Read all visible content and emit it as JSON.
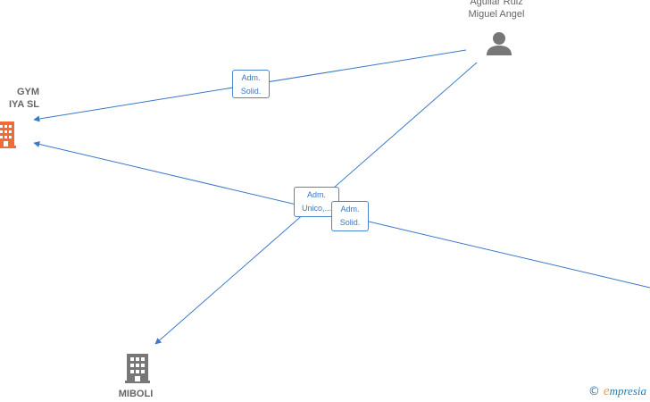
{
  "nodes": {
    "person": {
      "line1": "Aguilar Ruiz",
      "line2": "Miguel Angel",
      "icon": "person-icon",
      "color": "#777777"
    },
    "company_left": {
      "line1": "GYM",
      "line2": "IYA SL",
      "icon": "building-icon",
      "color": "#f26a35"
    },
    "company_bottom": {
      "line1": "MIBOLI",
      "icon": "building-icon",
      "color": "#777777"
    }
  },
  "edges": [
    {
      "line1": "Adm.",
      "line2": "Solid."
    },
    {
      "line1": "Adm.",
      "line2": "Unico,..."
    },
    {
      "line1": "Adm.",
      "line2": "Solid."
    }
  ],
  "edge_color": "#3a78c8",
  "brand": {
    "copyright": "©",
    "first_letter": "e",
    "rest": "mpresia"
  }
}
